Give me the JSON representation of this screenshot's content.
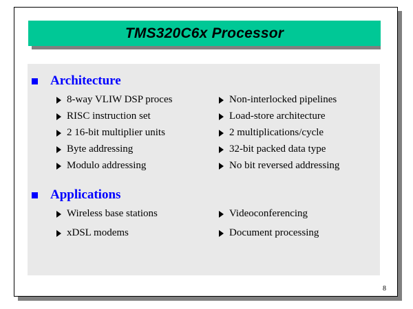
{
  "slide": {
    "title": "TMS320C6x Processor",
    "page_number": "8",
    "colors": {
      "title_banner": "#00c896",
      "shadow": "#808080",
      "panel": "#e9e9e9",
      "heading": "#0000ff",
      "body_text": "#000000"
    },
    "sections": [
      {
        "id": "architecture",
        "heading": "Architecture",
        "left_column": [
          "8-way VLIW DSP proces",
          "RISC instruction set",
          "2 16-bit multiplier units",
          "Byte addressing",
          "Modulo addressing"
        ],
        "right_column": [
          "Non-interlocked pipelines",
          "Load-store architecture",
          "2 multiplications/cycle",
          "32-bit packed data type",
          "No bit reversed addressing"
        ]
      },
      {
        "id": "applications",
        "heading": "Applications",
        "left_column": [
          "Wireless base stations",
          "xDSL modems"
        ],
        "right_column": [
          "Videoconferencing",
          "Document processing"
        ]
      }
    ]
  }
}
